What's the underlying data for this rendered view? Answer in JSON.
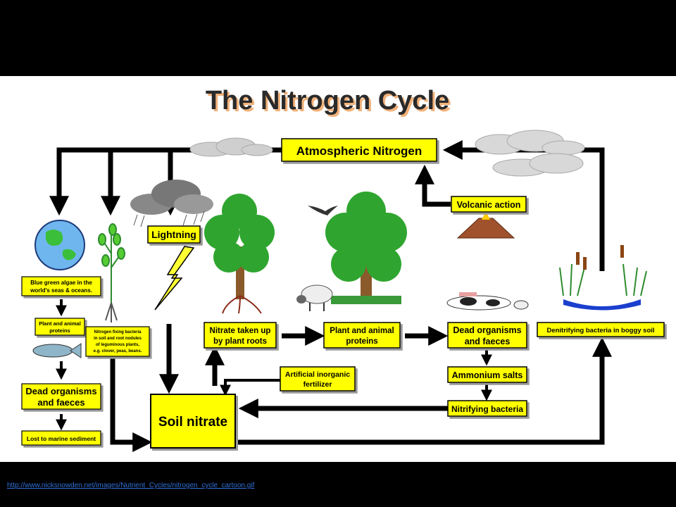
{
  "title": "The Nitrogen Cycle",
  "boxes": {
    "atmospheric_nitrogen": "Atmospheric Nitrogen",
    "volcanic_action": "Volcanic action",
    "lightning": "Lightning",
    "blue_green_algae": [
      "Blue green algae in the",
      "world's seas & oceans."
    ],
    "plant_animal_proteins_left": [
      "Plant and animal",
      "proteins"
    ],
    "nitrogen_fixing_bacteria": [
      "Nitrogen fixing bacteria",
      "in soil and root nodules",
      "of leguminous plants,",
      "e.g. clover, peas, beans."
    ],
    "dead_organisms_left": [
      "Dead organisms",
      "and faeces"
    ],
    "lost_to_marine": "Lost to marine sediment",
    "nitrate_taken_up": [
      "Nitrate taken up",
      "by plant roots"
    ],
    "plant_animal_proteins_mid": [
      "Plant and animal",
      "proteins"
    ],
    "dead_organisms_right": [
      "Dead organisms",
      "and faeces"
    ],
    "ammonium_salts": "Ammonium salts",
    "nitrifying_bacteria": "Nitrifying bacteria",
    "artificial_fertilizer": [
      "Artificial inorganic",
      "fertilizer"
    ],
    "soil_nitrate": "Soil nitrate",
    "denitrifying_bacteria": "Denitrifying bacteria in boggy soil"
  },
  "source_link": "http://www.nicksnowden.net/images/Nutrient_Cycles/nitrogen_cycle_cartoon.gif",
  "colors": {
    "box_fill": "#ffff00",
    "title_shadow": "#f2b27a",
    "link": "#2f6fd6"
  }
}
